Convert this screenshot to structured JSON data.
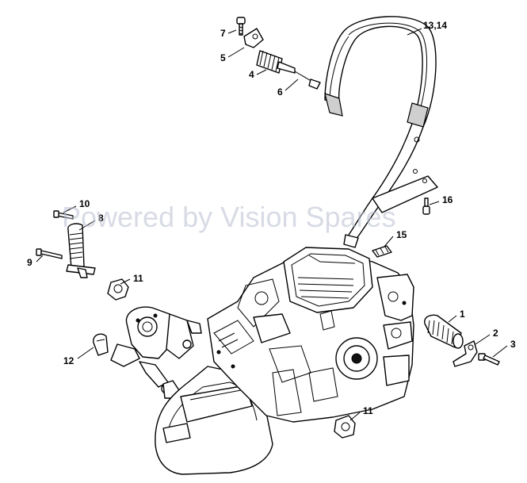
{
  "watermark": "Powered by Vision Spares",
  "callouts": {
    "c1": "1",
    "c2": "2",
    "c3": "3",
    "c4": "4",
    "c5": "5",
    "c6": "6",
    "c7": "7",
    "c8": "8",
    "c9": "9",
    "c10": "10",
    "c11a": "11",
    "c11b": "11",
    "c12": "12",
    "c13_14": "13,14",
    "c15": "15",
    "c16": "16"
  }
}
